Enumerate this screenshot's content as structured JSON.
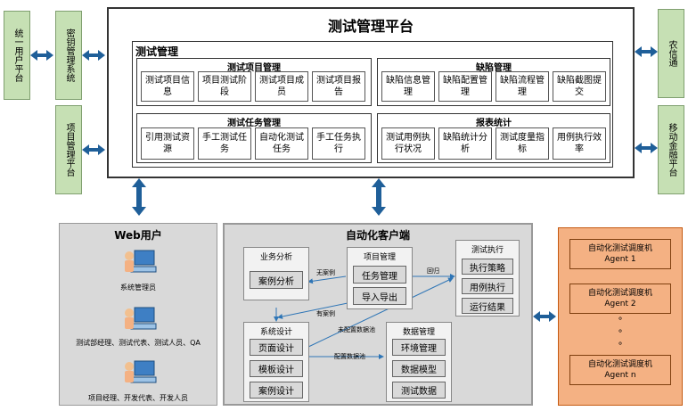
{
  "left_systems": [
    {
      "label": "统一用户平台"
    },
    {
      "label": "密钥管理系统"
    },
    {
      "label": "项目管理平台"
    }
  ],
  "right_systems": [
    {
      "label": "农信通"
    },
    {
      "label": "移动金融平台"
    }
  ],
  "platform": {
    "title": "测试管理平台",
    "management_title": "测试管理",
    "sections": {
      "project": {
        "title": "测试项目管理",
        "cells": [
          "测试项目信息",
          "项目测试阶段",
          "测试项目成员",
          "测试项目报告"
        ]
      },
      "defect": {
        "title": "缺陷管理",
        "cells": [
          "缺陷信息管理",
          "缺陷配置管理",
          "缺陷流程管理",
          "缺陷截图提交"
        ]
      },
      "task": {
        "title": "测试任务管理",
        "cells": [
          "引用测试资源",
          "手工测试任务",
          "自动化测试任务",
          "手工任务执行"
        ]
      },
      "report": {
        "title": "报表统计",
        "cells": [
          "测试用例执行状况",
          "缺陷统计分析",
          "测试度量指标",
          "用例执行效率"
        ]
      }
    }
  },
  "web_users": {
    "title": "Web用户",
    "users": [
      "系统管理员",
      "测试部经理、测试代表、测试人员、QA",
      "项目经理、开发代表、开发人员"
    ]
  },
  "client": {
    "title": "自动化客户端",
    "business_analysis": {
      "title": "业务分析",
      "items": [
        "案例分析"
      ]
    },
    "project_mgmt": {
      "title": "项目管理",
      "items": [
        "任务管理",
        "导入导出"
      ]
    },
    "test_exec": {
      "title": "测试执行",
      "items": [
        "执行策略",
        "用例执行",
        "运行结果"
      ]
    },
    "system_design": {
      "title": "系统设计",
      "items": [
        "页面设计",
        "模板设计",
        "案例设计"
      ]
    },
    "data_mgmt": {
      "title": "数据管理",
      "items": [
        "环境管理",
        "数据模型",
        "测试数据"
      ]
    },
    "edge_labels": {
      "no_case": "无案例",
      "has_case": "有案例",
      "regress": "回归",
      "unconfigured": "未配置数据池",
      "configure": "配置数据池"
    }
  },
  "agents": {
    "items": [
      {
        "name": "自动化测试调度机",
        "agent": "Agent 1"
      },
      {
        "name": "自动化测试调度机",
        "agent": "Agent 2"
      },
      {
        "name": "自动化测试调度机",
        "agent": "Agent n"
      }
    ],
    "ellipsis": "°"
  },
  "colors": {
    "green": "#c6e0b4",
    "gray": "#d9d9d9",
    "orange": "#f4b183",
    "arrow": "#2e75b6"
  }
}
